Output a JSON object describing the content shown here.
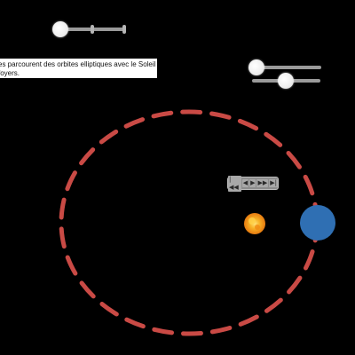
{
  "caption": {
    "line1": "es parcourent des orbites elliptiques avec le Soleil",
    "line2": " foyers."
  },
  "controls": {
    "slider_top": {
      "value": 0.0
    },
    "slider_right_1": {
      "value": 0.0
    },
    "slider_right_2": {
      "value": 0.5
    },
    "playback": {
      "buttons": [
        "|◀◀",
        "◀",
        "▶",
        "▶▶",
        "▶|"
      ]
    }
  },
  "colors": {
    "background": "#000000",
    "orbit": "#c94a45",
    "planet": "#2f6fb3",
    "sun": "#f6a21c"
  },
  "icons": {
    "sun": "sun-icon",
    "planet": "planet-icon"
  }
}
